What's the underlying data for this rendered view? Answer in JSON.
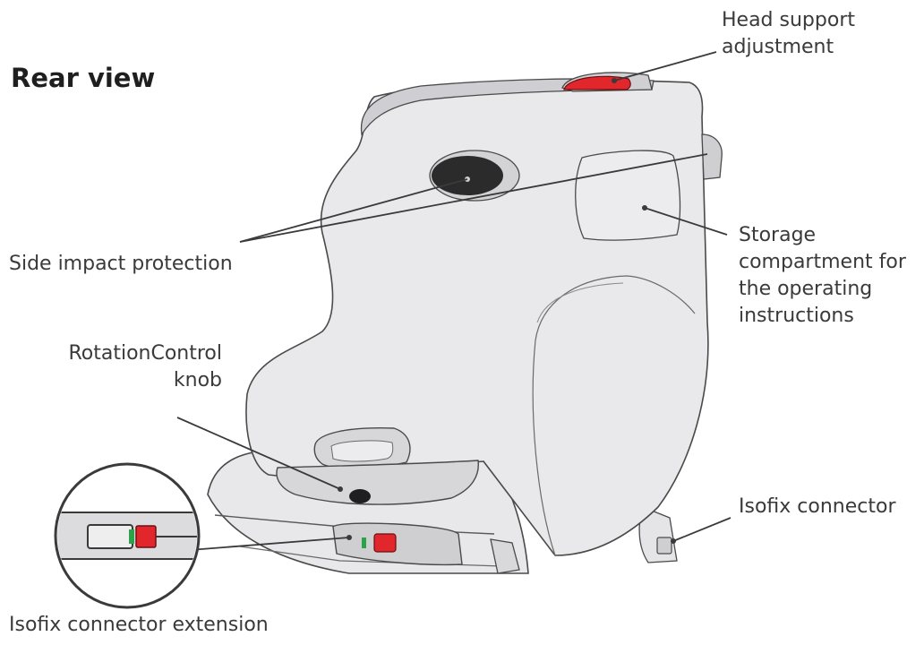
{
  "title": "Rear view",
  "labels": {
    "head_support": [
      "Head support",
      "adjustment"
    ],
    "side_impact": [
      "Side impact protection"
    ],
    "storage": [
      "Storage",
      "compartment for",
      "the operating",
      "instructions"
    ],
    "rotation_control": [
      "RotationControl",
      "knob"
    ],
    "isofix_connector": [
      "Isofix connector"
    ],
    "isofix_extension": [
      "Isofix connector extension"
    ]
  },
  "colors": {
    "shell": "#e7e7e9",
    "shell_shade": "#d6d6d9",
    "outline": "#4a4a4a",
    "accent_red": "#e1262c",
    "indicator_green": "#2aa34a",
    "dark_pad": "#2b2b2b",
    "text": "#3a3a3a"
  }
}
